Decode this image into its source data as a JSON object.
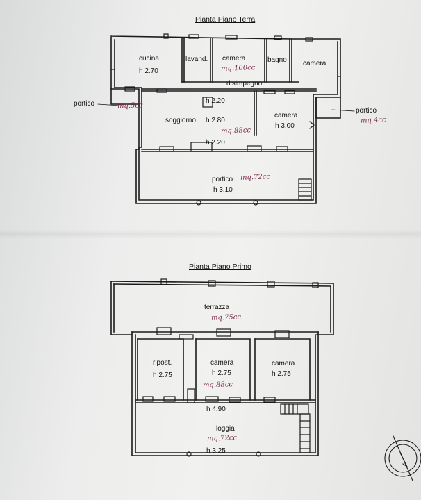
{
  "ground_floor": {
    "title": "Pianta Piano Terra",
    "rooms": {
      "cucina": "cucina",
      "cucina_h": "h 2.70",
      "lavanderia": "lavand.",
      "camera1": "camera",
      "camera1_note": "mq.100cc",
      "bagno": "bagno",
      "camera2": "camera",
      "disimpegno": "disimpegno",
      "h220_top": "h 2.20",
      "soggiorno": "soggiorno",
      "soggiorno_h": "h 2.80",
      "soggiorno_note": "mq.88cc",
      "h220_bottom": "h 2.20",
      "camera3": "camera",
      "camera3_h": "h 3.00",
      "portico": "portico",
      "portico_h": "h 3.10",
      "portico_note": "mq.72cc",
      "portico_left": "portico",
      "portico_left_note": "mq.5cc",
      "portico_right": "portico",
      "portico_right_note": "mq.4cc"
    }
  },
  "first_floor": {
    "title": "Pianta Piano Primo",
    "rooms": {
      "terrazza": "terrazza",
      "terrazza_note": "mq.75cc",
      "ripost": "ripost.",
      "ripost_h": "h 2.75",
      "camera1": "camera",
      "camera1_h": "h 2.75",
      "camera1_note": "mq.88cc",
      "camera2": "camera",
      "camera2_h": "h 2.75",
      "h490": "h 4.90",
      "loggia": "loggia",
      "loggia_note": "mq.72cc",
      "loggia_h": "h 3.25"
    }
  },
  "colors": {
    "ink": "#1a1a1a",
    "handwriting": "#7b2b4e"
  }
}
